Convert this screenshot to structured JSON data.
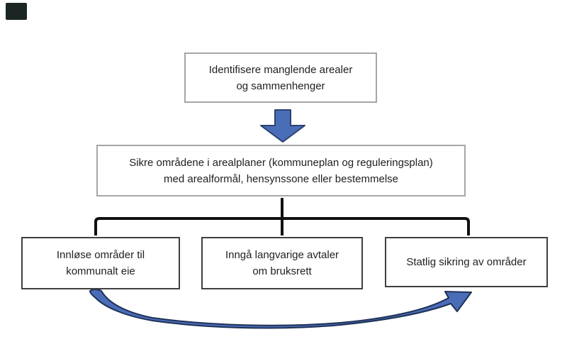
{
  "flowchart": {
    "step_identify": {
      "lines": [
        "Identifisere manglende arealer",
        "og sammenhenger"
      ]
    },
    "step_secure": {
      "lines": [
        "Sikre områdene i arealplaner (kommuneplan og reguleringsplan)",
        "med arealformål, hensynssone eller bestemmelse"
      ]
    },
    "options": [
      {
        "lines": [
          "Innløse områder til",
          "kommunalt eie"
        ]
      },
      {
        "lines": [
          "Inngå langvarige avtaler",
          "om bruksrett"
        ]
      },
      {
        "lines": [
          "Statlig sikring av områder"
        ]
      }
    ]
  },
  "icons": {
    "down_arrow": "block arrow pointing down",
    "curved_arrow": "curved tapered arrow from first option to third option"
  },
  "colors": {
    "background": "#ffffff",
    "text": "#1f1f1f",
    "border_light": "#a6a6a6",
    "border_dark": "#3f3f3f",
    "connector": "#111111",
    "arrow_fill": "#4a6db8",
    "arrow_stroke": "#2b4170",
    "curved_arrow_stroke": "#1f3156",
    "corner_mark": "#1b2624"
  }
}
